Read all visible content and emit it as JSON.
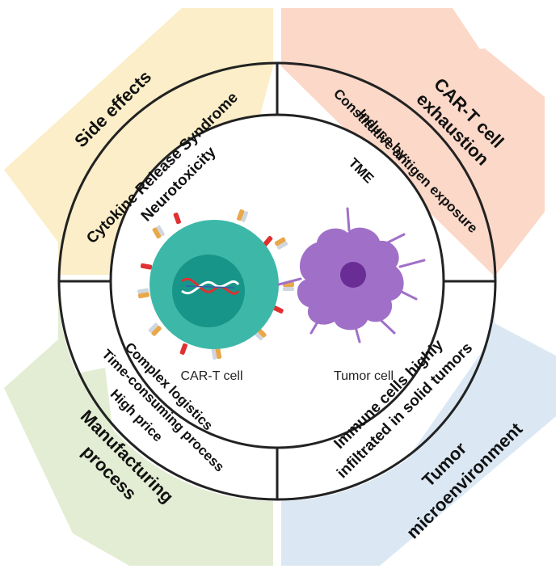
{
  "colors": {
    "side_effects": "#fbeec8",
    "exhaustion": "#fbd8c8",
    "manufacturing": "#e3edd3",
    "microenvironment": "#dbe8f4",
    "ring": "#222222",
    "car_t_outer": "#3db8a8",
    "car_t_inner": "#179588",
    "tumor": "#a070c8",
    "tumor_nucleus": "#6a2c95"
  },
  "quadrants": {
    "side_effects": {
      "title": "Side effects",
      "line1": "Cytokine Release Syndrome",
      "line2": "Neurotoxicity"
    },
    "exhaustion": {
      "title1": "CAR-T cell",
      "title2": "exhaustion",
      "line1": "Induce by:",
      "line2": "Constitutive antigen exposure",
      "line3": "TME"
    },
    "manufacturing": {
      "title1": "Manufacturing",
      "title2": "process",
      "line1": "Complex logistics",
      "line2": "Time-consuming process",
      "line3": "High price"
    },
    "microenvironment": {
      "title1": "Tumor",
      "title2": "microenvironment",
      "line1": "Immune cells highly",
      "line2": "infiltrated in solid tumors"
    }
  },
  "center": {
    "car_t_label": "CAR-T cell",
    "tumor_label": "Tumor cell"
  }
}
